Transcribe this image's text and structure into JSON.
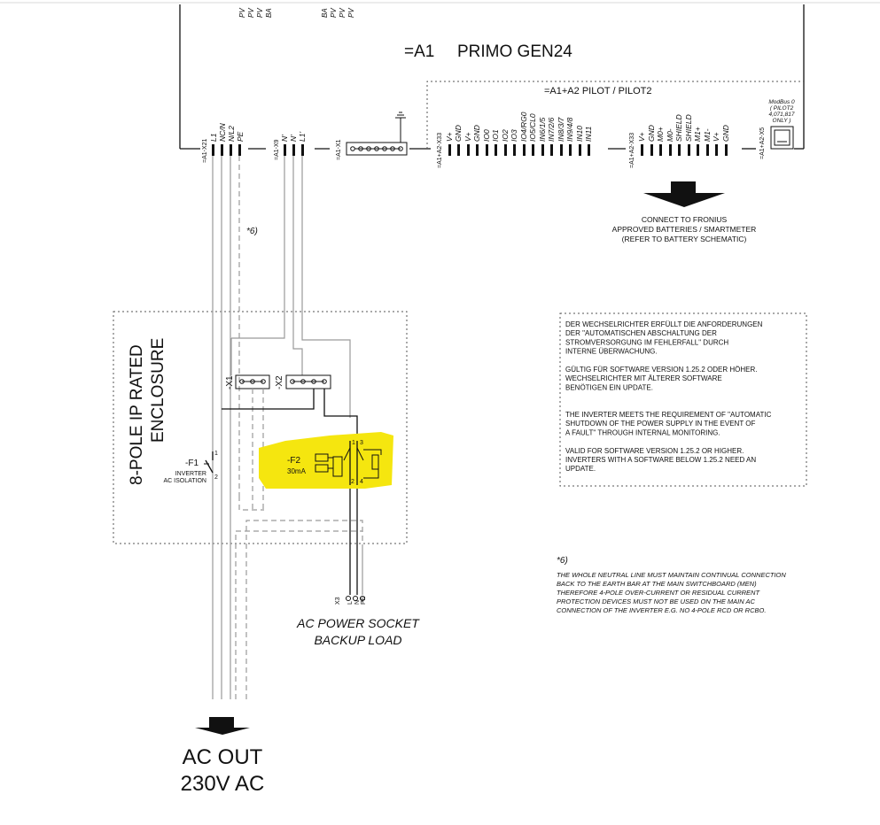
{
  "inverter": {
    "designation": "=A1",
    "name": "PRIMO GEN24",
    "top_terminals_left": [
      "PV",
      "PV",
      "PV",
      "BA"
    ],
    "top_terminals_right": [
      "BA",
      "PV",
      "PV",
      "PV"
    ]
  },
  "pilot": {
    "title": "=A1+A2  PILOT  /  PILOT2"
  },
  "x21": {
    "tag": "=A1-X21",
    "terminals": [
      "L1",
      "NC/N",
      "N/L2",
      "PE"
    ]
  },
  "x9": {
    "tag": "=A1-X9",
    "terminals": [
      "N'",
      "N'",
      "L1'"
    ]
  },
  "x1": {
    "tag": "=A1-X1"
  },
  "x33a": {
    "tag": "=A1+A2-X33",
    "terminals": [
      "V+",
      "GND",
      "V+",
      "GND",
      "IO0",
      "IO1",
      "IO2",
      "IO3",
      "IO4/RG0",
      "IO5/CL0",
      "IN6/1/5",
      "IN7/2/6",
      "IN8/3/7",
      "IN9/4/8",
      "IN10",
      "IN11"
    ]
  },
  "x33b": {
    "tag": "=A1+A2-X33",
    "terminals": [
      "V+",
      "GND",
      "M0+",
      "M0-",
      "SHIELD",
      "SHIELD",
      "M1+",
      "M1-",
      "V+",
      "GND"
    ]
  },
  "x5": {
    "tag": "=A1+A2-X5",
    "modbus": [
      "ModBus 0",
      "( PILOT2",
      "4,071,817",
      "ONLY )"
    ]
  },
  "battery_note": [
    "CONNECT TO FRONIUS",
    "APPROVED BATTERIES / SMARTMETER",
    "(REFER TO BATTERY SCHEMATIC)"
  ],
  "footnote_ref": "*6)",
  "enclosure": {
    "title_line1": "8-POLE IP RATED",
    "title_line2": "ENCLOSURE"
  },
  "x1_block": {
    "tag": "-X1"
  },
  "x2_block": {
    "tag": "-X2"
  },
  "f1": {
    "tag": "-F1",
    "desc_line1": "INVERTER",
    "desc_line2": "AC ISOLATION",
    "pin1": "1",
    "pin2": "2"
  },
  "f2": {
    "tag": "-F2",
    "rating": "30mA",
    "pins": [
      "1",
      "3",
      "2",
      "4"
    ]
  },
  "socket": {
    "x3": "X3",
    "terminals": [
      "L",
      "N",
      "PE"
    ],
    "label_line1": "AC POWER SOCKET",
    "label_line2": "BACKUP LOAD"
  },
  "ac_out": {
    "line1": "AC OUT",
    "line2": "230V AC"
  },
  "note_box": [
    "DER WECHSELRICHTER ERFÜLLT DIE ANFORDERUNGEN",
    "DER \"AUTOMATISCHEN ABSCHALTUNG DER",
    "STROMVERSORGUNG IM FEHLERFALL\" DURCH",
    "INTERNE ÜBERWACHUNG.",
    "",
    "GÜLTIG FÜR SOFTWARE VERSION 1.25.2 ODER HÖHER.",
    "WECHSELRICHTER MIT ÄLTERER SOFTWARE",
    "BENÖTIGEN EIN UPDATE.",
    "",
    "",
    "THE INVERTER MEETS THE REQUIREMENT OF \"AUTOMATIC",
    "SHUTDOWN OF THE POWER SUPPLY IN THE EVENT OF",
    "A FAULT\" THROUGH INTERNAL MONITORING.",
    "",
    "VALID FOR SOFTWARE VERSION 1.25.2 OR HIGHER.",
    "INVERTERS WITH A SOFTWARE BELOW 1.25.2 NEED AN",
    "UPDATE."
  ],
  "footnote": {
    "ref": "*6)",
    "lines": [
      "THE WHOLE NEUTRAL LINE MUST MAINTAIN CONTINUAL CONNECTION",
      "BACK TO THE EARTH BAR AT THE MAIN SWITCHBOARD (MEN)",
      "THEREFORE 4-POLE OVER-CURRENT OR RESIDUAL CURRENT",
      "PROTECTION DEVICES MUST NOT BE USED ON THE MAIN AC",
      "CONNECTION OF THE INVERTER E.G. NO 4-POLE RCD OR RCBO."
    ]
  },
  "colors": {
    "highlight": "#f5e60f",
    "line": "#111111",
    "wire_gray": "#9a9a9a"
  }
}
